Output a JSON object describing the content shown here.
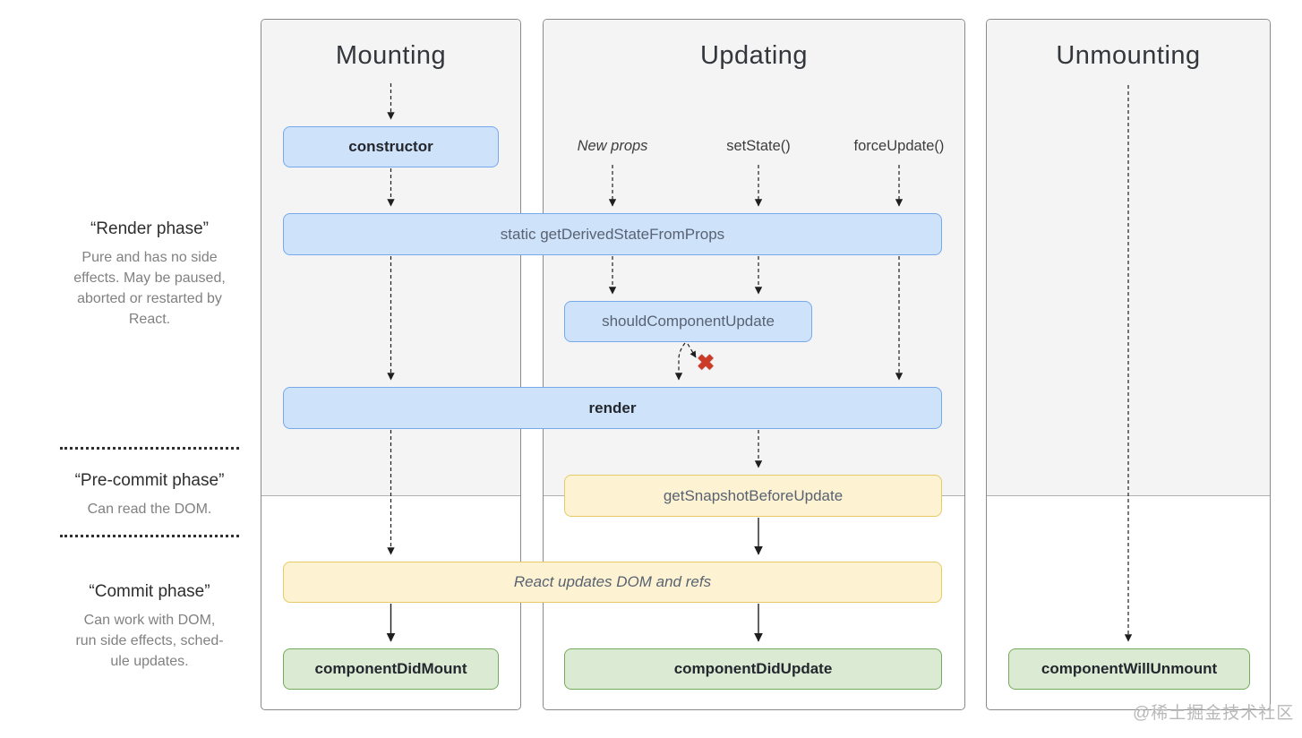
{
  "page": {
    "watermark": "@稀土掘金技术社区"
  },
  "colors": {
    "blue_fill": "#cee3fa",
    "blue_border": "#74a9ec",
    "yellow_fill": "#fdf3d2",
    "yellow_border": "#e6ca67",
    "green_fill": "#dbead2",
    "green_border": "#74aa5c",
    "column_bg_top": "#f4f4f4",
    "column_border": "#8a8a8a",
    "cancel_red": "#cd3a28"
  },
  "phases": [
    {
      "title": "“Render phase”",
      "description": "Pure and has no side\neffects. May be paused,\naborted or restarted by\nReact."
    },
    {
      "title": "“Pre-commit phase”",
      "description": "Can read the DOM."
    },
    {
      "title": "“Commit phase”",
      "description": "Can work with DOM,\nrun side effects, sched-\nule updates."
    }
  ],
  "columns": [
    {
      "title": "Mounting"
    },
    {
      "title": "Updating"
    },
    {
      "title": "Unmounting"
    }
  ],
  "update_triggers": [
    {
      "label": "New props"
    },
    {
      "label": "setState()"
    },
    {
      "label": "forceUpdate()"
    }
  ],
  "nodes": {
    "constructor": "constructor",
    "get_derived": "static getDerivedStateFromProps",
    "should_update": "shouldComponentUpdate",
    "render": "render",
    "get_snapshot": "getSnapshotBeforeUpdate",
    "react_updates": "React updates DOM and refs",
    "did_mount": "componentDidMount",
    "did_update": "componentDidUpdate",
    "will_unmount": "componentWillUnmount"
  },
  "cancel_icon": "✖"
}
